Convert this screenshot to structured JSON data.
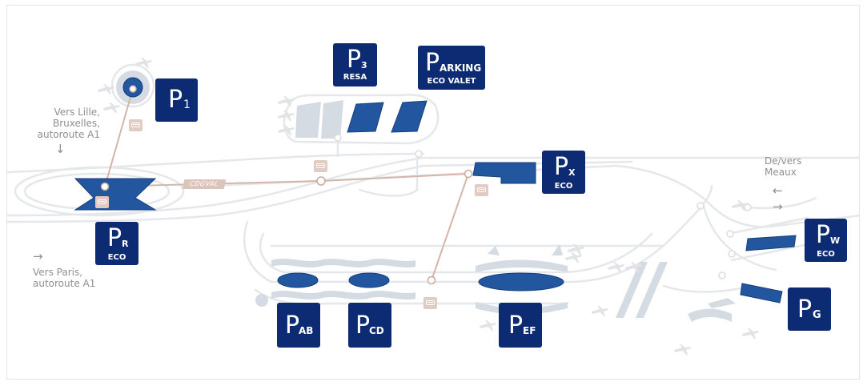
{
  "map": {
    "background": "#ffffff",
    "colors": {
      "road": "#e6e7ea",
      "building": "#d5dbe3",
      "parking_fill": "#2257a0",
      "badge_bg": "#0d2b72",
      "shuttle_line": "#d4b5a8",
      "shuttle_badge": "#e2cbc2",
      "label_text": "#8f8f8f"
    },
    "regions": {
      "north": [
        "Vers Lille,",
        "Bruxelles,",
        "autoroute A1"
      ],
      "south": [
        "Vers Paris,",
        "autoroute A1"
      ],
      "east": [
        "De/vers",
        "Meaux"
      ]
    },
    "arrows": {
      "north": "↓",
      "south": "→",
      "east_left": "←",
      "east_right": "→"
    },
    "shuttle_line_label": "CDGVAL",
    "icons": {
      "shuttle": "shuttle-bus-icon",
      "plane": "plane-icon"
    },
    "parkings": {
      "p1": {
        "letter": "P",
        "sub": "1",
        "under": ""
      },
      "p3": {
        "letter": "P",
        "sub": "3",
        "under": "RESA"
      },
      "valet": {
        "letter": "P",
        "sub": "ARKING",
        "under": "ECO VALET"
      },
      "px": {
        "letter": "P",
        "sub": "X",
        "under": "ECO"
      },
      "pr": {
        "letter": "P",
        "sub": "R",
        "under": "ECO"
      },
      "pw": {
        "letter": "P",
        "sub": "W",
        "under": "ECO"
      },
      "pab": {
        "letter": "P",
        "sub": "AB",
        "under": ""
      },
      "pcd": {
        "letter": "P",
        "sub": "CD",
        "under": ""
      },
      "pef": {
        "letter": "P",
        "sub": "EF",
        "under": ""
      },
      "pg": {
        "letter": "P",
        "sub": "G",
        "under": ""
      }
    }
  }
}
